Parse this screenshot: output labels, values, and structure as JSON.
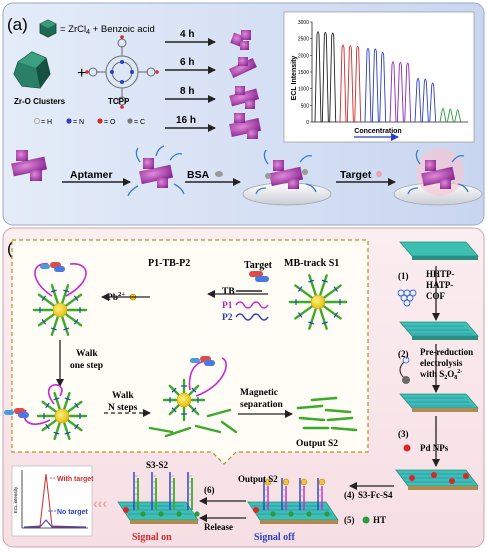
{
  "panel_a": {
    "label": "(a)",
    "legend_eq": "= ZrCl",
    "legend_sub": "4",
    "legend_rest": " + Benzoic acid",
    "zr_label": "Zr-O Clusters",
    "plus": "+",
    "tcpp_label": "TCPP",
    "atoms": [
      "= H",
      "= N",
      "= O",
      "= C"
    ],
    "times": [
      "4 h",
      "6 h",
      "8 h",
      "16 h"
    ],
    "aptamer_label": "Aptamer",
    "bsa_label": "BSA",
    "target_label": "Target"
  },
  "ecl_chart": {
    "ylabel": "ECL Intensity",
    "xlabel": "Concentration",
    "yticks": [
      "0",
      "500",
      "1000",
      "1500",
      "2000",
      "2500",
      "3000"
    ],
    "colors": {
      "black": "#222222",
      "red": "#d42a2a",
      "blue": "#2a3fc4",
      "purple": "#8a2ab4",
      "green": "#2a9a3a"
    }
  },
  "chart_data": {
    "type": "line",
    "ylabel": "ECL Intensity",
    "xlabel": "Concentration",
    "ylim": [
      0,
      3000
    ],
    "yticks": [
      0,
      500,
      1000,
      1500,
      2000,
      2500,
      3000
    ],
    "series": [
      {
        "color": "#222222",
        "peaks": [
          2800,
          2780,
          2760
        ]
      },
      {
        "color": "#d42a2a",
        "peaks": [
          2400,
          2380,
          2360
        ]
      },
      {
        "color": "#2a3fc4",
        "peaks": [
          2300,
          2280,
          2180
        ]
      },
      {
        "color": "#8a2ab4",
        "peaks": [
          1900,
          1880,
          1860
        ]
      },
      {
        "color": "#2a3fc4",
        "peaks": [
          1400,
          1380,
          1260
        ]
      },
      {
        "color": "#2a9a3a",
        "peaks": [
          500,
          480,
          460
        ]
      }
    ]
  },
  "panel_b": {
    "label": "(b)",
    "p1_tb_p2": "P1-TB-P2",
    "target": "Target",
    "tb": "TB",
    "p1": "P1",
    "p2": "P2",
    "mb_track": "MB-track S1",
    "pb": "Pb",
    "pb_sup": "2+",
    "walk_one_1": "Walk",
    "walk_one_2": "one step",
    "walk_n_1": "Walk",
    "walk_n_2": "N steps",
    "magnetic_1": "Magnetic",
    "magnetic_2": "separation",
    "output_s2": "Output S2",
    "step1": "(1)",
    "hhtp_1": "HHTP-",
    "hhtp_2": "HATP-",
    "hhtp_3": "COF",
    "step2": "(2)",
    "prered_1": "Pre-reduction",
    "prered_2": "electrolysis",
    "prered_3": "with S",
    "prered_sub1": "2",
    "prered_mid": "O",
    "prered_sub2": "8",
    "prered_sup": "2-",
    "step3": "(3)",
    "pd_nps": "Pd NPs",
    "step4": "(4)",
    "s3_fc_s4": "S3-Fc-S4",
    "step5": "(5)",
    "ht": "HT",
    "step6": "(6)",
    "output_s2_b": "Output S2",
    "s3_s2": "S3-S2",
    "release": "Release",
    "signal_on": "Signal on",
    "signal_off": "Signal off",
    "with_target": "With target",
    "no_target": "No target",
    "ecl_small": "ECL intensity"
  }
}
